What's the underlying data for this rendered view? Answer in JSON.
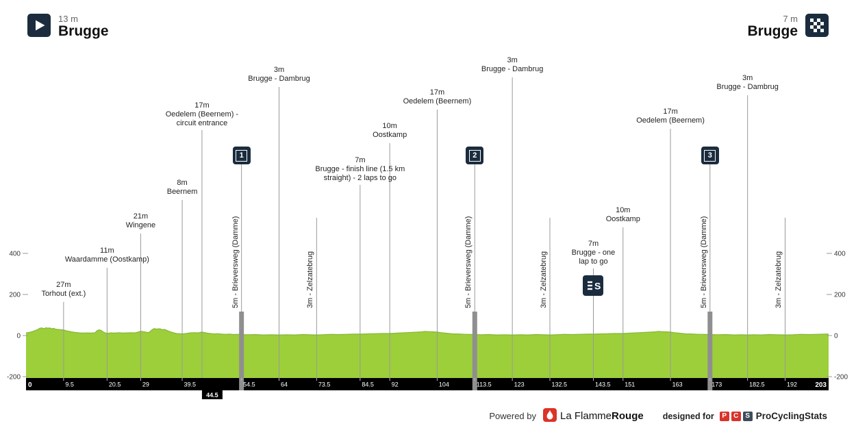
{
  "header": {
    "start": {
      "elevation": "13 m",
      "name": "Brugge"
    },
    "finish": {
      "elevation": "7 m",
      "name": "Brugge"
    }
  },
  "footer": {
    "powered_by": "Powered by",
    "lfr_name_regular": "La Flamme",
    "lfr_name_bold": "Rouge",
    "designed_for": "designed for",
    "pcs_letters": [
      "P",
      "C",
      "S"
    ],
    "pcs_name": "ProCyclingStats"
  },
  "colors": {
    "green": "#9DCF3A",
    "green_stroke": "#85B636",
    "navy": "#1B2C3E",
    "red": "#DD3327",
    "line_gray": "#999999",
    "band_gray": "#8F8F8F"
  },
  "chart_data": {
    "type": "area",
    "title": "",
    "xlabel": "",
    "ylabel": "",
    "xlim": [
      0,
      203
    ],
    "ylim": [
      -200,
      400
    ],
    "grid": false,
    "y_ticks": [
      400,
      200,
      0,
      -200
    ],
    "x_ticks": [
      0,
      9.5,
      20.5,
      29,
      39.5,
      54.5,
      64,
      73.5,
      84.5,
      92,
      104,
      113.5,
      123,
      132.5,
      143.5,
      151,
      163,
      173,
      182.5,
      192,
      203
    ],
    "x_tick_below": "44.5",
    "waypoints": [
      {
        "km": 9.5,
        "orientation": "h",
        "lines": [
          "27m",
          "Torhout (ext.)"
        ],
        "label_top": 410,
        "line_top": 441
      },
      {
        "km": 20.5,
        "orientation": "h",
        "lines": [
          "11m",
          "Waardamme (Oostkamp)"
        ],
        "label_top": 360,
        "line_top": 391
      },
      {
        "km": 29,
        "orientation": "h",
        "lines": [
          "21m",
          "Wingene"
        ],
        "label_top": 310,
        "line_top": 341
      },
      {
        "km": 39.5,
        "orientation": "h",
        "lines": [
          "8m",
          "Beernem"
        ],
        "label_top": 261,
        "line_top": 292
      },
      {
        "km": 44.5,
        "orientation": "h",
        "lines": [
          "17m",
          "Oedelem (Beernem) -",
          "circuit entrance"
        ],
        "label_top": 148,
        "line_top": 190
      },
      {
        "km": 54.5,
        "orientation": "v",
        "text": "5m - Brieversweg (Damme)",
        "line_top": 214,
        "badge": "1",
        "band": true
      },
      {
        "km": 64,
        "orientation": "h",
        "lines": [
          "3m",
          "Brugge - Dambrug"
        ],
        "label_top": 96,
        "line_top": 127
      },
      {
        "km": 73.5,
        "orientation": "v",
        "text": "3m - Zelzatebrug",
        "line_top": 318
      },
      {
        "km": 84.5,
        "orientation": "h",
        "lines": [
          "7m",
          "Brugge - finish line (1.5 km",
          "straight) - 2 laps to go"
        ],
        "label_top": 228,
        "line_top": 270
      },
      {
        "km": 92,
        "orientation": "h",
        "lines": [
          "10m",
          "Oostkamp"
        ],
        "label_top": 178,
        "line_top": 209
      },
      {
        "km": 104,
        "orientation": "h",
        "lines": [
          "17m",
          "Oedelem (Beernem)"
        ],
        "label_top": 129,
        "line_top": 160
      },
      {
        "km": 113.5,
        "orientation": "v",
        "text": "5m - Brieversweg (Damme)",
        "line_top": 214,
        "badge": "2",
        "band": true
      },
      {
        "km": 123,
        "orientation": "h",
        "lines": [
          "3m",
          "Brugge - Dambrug"
        ],
        "label_top": 82,
        "line_top": 113
      },
      {
        "km": 132.5,
        "orientation": "v",
        "text": "3m - Zelzatebrug",
        "line_top": 318
      },
      {
        "km": 143.5,
        "orientation": "h",
        "lines": [
          "7m",
          "Brugge - one",
          "lap to go"
        ],
        "label_top": 350,
        "line_top": 392,
        "badge": "lap"
      },
      {
        "km": 151,
        "orientation": "h",
        "lines": [
          "10m",
          "Oostkamp"
        ],
        "label_top": 301,
        "line_top": 332
      },
      {
        "km": 163,
        "orientation": "h",
        "lines": [
          "17m",
          "Oedelem (Beernem)"
        ],
        "label_top": 157,
        "line_top": 188
      },
      {
        "km": 173,
        "orientation": "v",
        "text": "5m - Brieversweg (Damme)",
        "line_top": 214,
        "badge": "3",
        "band": true
      },
      {
        "km": 182.5,
        "orientation": "h",
        "lines": [
          "3m",
          "Brugge - Dambrug"
        ],
        "label_top": 108,
        "line_top": 139
      },
      {
        "km": 192,
        "orientation": "v",
        "text": "3m - Zelzatebrug",
        "line_top": 318
      }
    ],
    "terrain": [
      [
        0,
        13
      ],
      [
        1,
        16
      ],
      [
        2,
        22
      ],
      [
        3,
        30
      ],
      [
        3.5,
        36
      ],
      [
        4,
        37
      ],
      [
        4.5,
        33
      ],
      [
        5,
        38
      ],
      [
        5.5,
        36
      ],
      [
        6,
        37
      ],
      [
        6.5,
        33
      ],
      [
        7,
        35
      ],
      [
        7.5,
        31
      ],
      [
        8,
        30
      ],
      [
        9,
        28
      ],
      [
        9.5,
        27
      ],
      [
        10.5,
        22
      ],
      [
        11.5,
        18
      ],
      [
        12.5,
        15
      ],
      [
        13.5,
        13
      ],
      [
        14.5,
        12
      ],
      [
        15.5,
        13
      ],
      [
        16.5,
        12
      ],
      [
        17.5,
        14
      ],
      [
        18,
        24
      ],
      [
        18.5,
        28
      ],
      [
        19,
        25
      ],
      [
        19.5,
        18
      ],
      [
        20,
        13
      ],
      [
        20.5,
        11
      ],
      [
        21.5,
        13
      ],
      [
        22.5,
        12
      ],
      [
        23.5,
        14
      ],
      [
        24.5,
        12
      ],
      [
        25.5,
        13
      ],
      [
        26.5,
        14
      ],
      [
        27.5,
        13
      ],
      [
        28,
        15
      ],
      [
        29,
        21
      ],
      [
        30,
        18
      ],
      [
        31,
        14
      ],
      [
        31.5,
        22
      ],
      [
        32,
        30
      ],
      [
        32.5,
        34
      ],
      [
        33,
        31
      ],
      [
        33.5,
        33
      ],
      [
        34,
        32
      ],
      [
        34.5,
        28
      ],
      [
        35,
        30
      ],
      [
        35.5,
        26
      ],
      [
        36,
        22
      ],
      [
        37,
        15
      ],
      [
        38,
        10
      ],
      [
        39,
        9
      ],
      [
        39.5,
        8
      ],
      [
        40.5,
        10
      ],
      [
        41.5,
        13
      ],
      [
        42.5,
        14
      ],
      [
        43.5,
        13
      ],
      [
        44.5,
        17
      ],
      [
        45.5,
        13
      ],
      [
        46.5,
        10
      ],
      [
        47.5,
        8
      ],
      [
        48.5,
        9
      ],
      [
        49.5,
        7
      ],
      [
        50.5,
        6
      ],
      [
        51.5,
        7
      ],
      [
        52.5,
        5
      ],
      [
        53.5,
        6
      ],
      [
        54.5,
        5
      ],
      [
        56,
        4
      ],
      [
        58,
        5
      ],
      [
        60,
        3
      ],
      [
        62,
        4
      ],
      [
        64,
        3
      ],
      [
        66,
        4
      ],
      [
        68,
        3
      ],
      [
        70,
        5
      ],
      [
        72,
        4
      ],
      [
        73.5,
        3
      ],
      [
        75,
        4
      ],
      [
        77,
        6
      ],
      [
        79,
        5
      ],
      [
        81,
        6
      ],
      [
        83,
        7
      ],
      [
        84.5,
        7
      ],
      [
        86,
        8
      ],
      [
        88,
        9
      ],
      [
        90,
        10
      ],
      [
        92,
        10
      ],
      [
        94,
        12
      ],
      [
        96,
        14
      ],
      [
        98,
        16
      ],
      [
        100,
        18
      ],
      [
        101,
        20
      ],
      [
        102,
        19
      ],
      [
        103,
        18
      ],
      [
        104,
        17
      ],
      [
        105,
        14
      ],
      [
        106,
        12
      ],
      [
        107,
        10
      ],
      [
        108,
        8
      ],
      [
        109,
        8
      ],
      [
        110,
        7
      ],
      [
        111,
        6
      ],
      [
        112,
        6
      ],
      [
        113.5,
        5
      ],
      [
        115,
        4
      ],
      [
        117,
        5
      ],
      [
        119,
        3
      ],
      [
        121,
        4
      ],
      [
        123,
        3
      ],
      [
        125,
        4
      ],
      [
        127,
        3
      ],
      [
        129,
        5
      ],
      [
        131,
        4
      ],
      [
        132.5,
        3
      ],
      [
        134,
        4
      ],
      [
        136,
        6
      ],
      [
        138,
        5
      ],
      [
        140,
        6
      ],
      [
        142,
        7
      ],
      [
        143.5,
        7
      ],
      [
        145,
        8
      ],
      [
        147,
        9
      ],
      [
        149,
        10
      ],
      [
        151,
        10
      ],
      [
        153,
        12
      ],
      [
        155,
        14
      ],
      [
        157,
        16
      ],
      [
        159,
        18
      ],
      [
        160,
        20
      ],
      [
        161,
        19
      ],
      [
        162,
        18
      ],
      [
        163,
        17
      ],
      [
        164,
        14
      ],
      [
        165,
        12
      ],
      [
        166,
        10
      ],
      [
        167,
        8
      ],
      [
        168,
        8
      ],
      [
        169,
        7
      ],
      [
        170,
        6
      ],
      [
        171,
        6
      ],
      [
        173,
        5
      ],
      [
        175,
        4
      ],
      [
        177,
        5
      ],
      [
        179,
        3
      ],
      [
        181,
        4
      ],
      [
        182.5,
        3
      ],
      [
        184,
        4
      ],
      [
        186,
        3
      ],
      [
        188,
        5
      ],
      [
        190,
        4
      ],
      [
        192,
        3
      ],
      [
        194,
        4
      ],
      [
        196,
        6
      ],
      [
        198,
        5
      ],
      [
        200,
        6
      ],
      [
        202,
        7
      ],
      [
        203,
        7
      ]
    ]
  }
}
